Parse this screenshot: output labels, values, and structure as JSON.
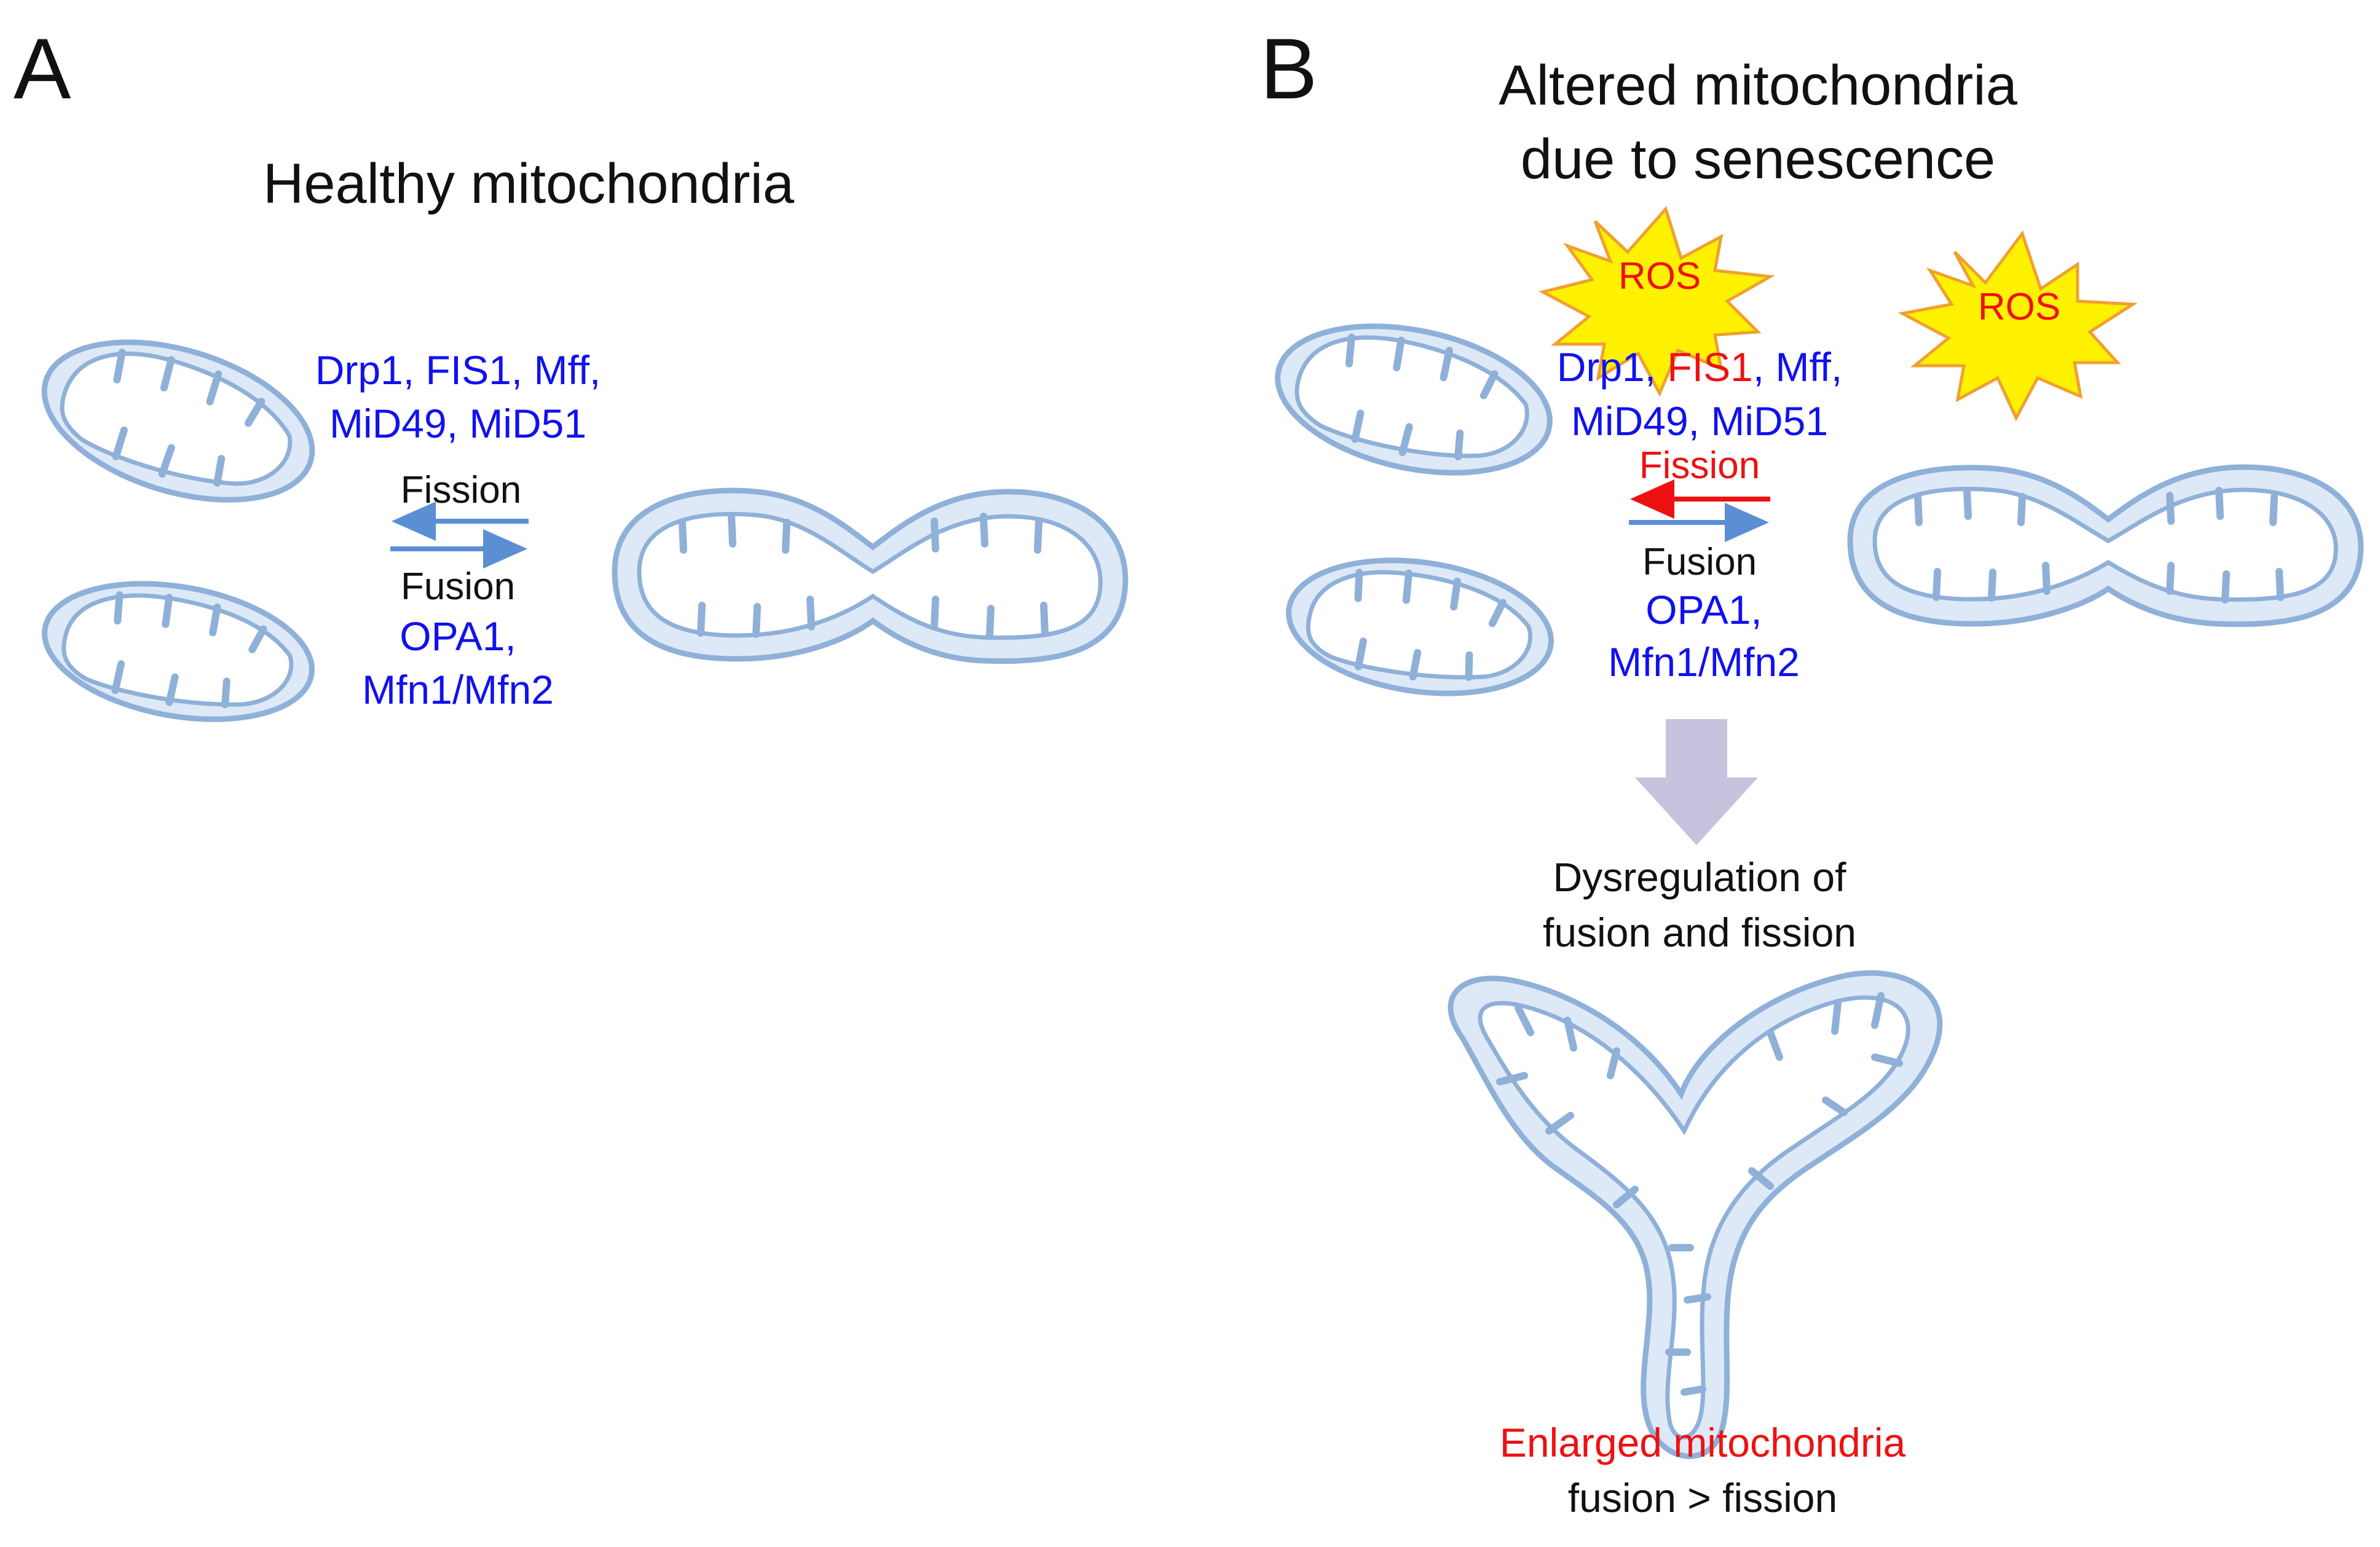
{
  "colors": {
    "blue_text": "#1111ee",
    "red_text": "#ee1111",
    "black_text": "#111111",
    "mito_fill": "#dde9f7",
    "mito_stroke": "#8fb0d8",
    "fission_arrow_red": "#ee1111",
    "arrow_blue": "#5b8fd4",
    "ros_fill": "#fff200",
    "ros_stroke": "#f0a030",
    "big_arrow": "#c8c2de"
  },
  "panel_a": {
    "letter": "A",
    "title": "Healthy mitochondria",
    "fission_proteins": {
      "line1": "Drp1, FIS1, Mff,",
      "line2": "MiD49, MiD51"
    },
    "fission_label": "Fission",
    "fusion_label": "Fusion",
    "fusion_proteins": {
      "line1": "OPA1,",
      "line2": "Mfn1/Mfn2"
    }
  },
  "panel_b": {
    "letter": "B",
    "title": {
      "line1": "Altered mitochondria",
      "line2": "due to senescence"
    },
    "ros_labels": [
      "ROS",
      "ROS"
    ],
    "fission_proteins": {
      "line1": {
        "part1": "Drp1, ",
        "part2": "FIS1",
        "part3": ", Mff,"
      },
      "line2": "MiD49, MiD51"
    },
    "fission_label": "Fission",
    "fusion_label": "Fusion",
    "fusion_proteins": {
      "line1": "OPA1,",
      "line2": "Mfn1/Mfn2"
    },
    "dysregulation": {
      "line1": "Dysregulation of",
      "line2": "fusion and fission"
    },
    "result": {
      "line1": "Enlarged mitochondria",
      "line2": "fusion > fission"
    }
  }
}
